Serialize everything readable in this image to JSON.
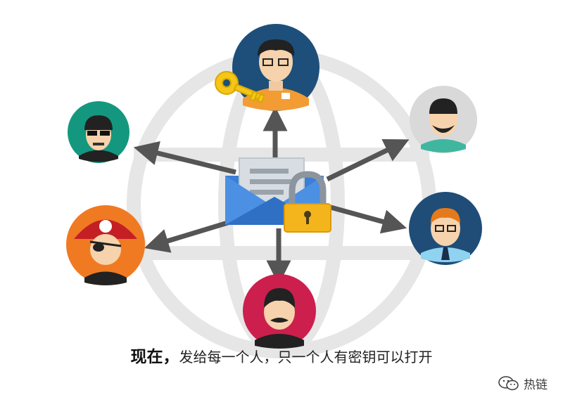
{
  "caption": {
    "bold_text": "现在，",
    "text": "发给每一个人，只一个人有密钥可以打开"
  },
  "watermark": {
    "text": "热链"
  },
  "colors": {
    "arrow": "#555555",
    "globe": "#e6e6e6",
    "circle_top": "#1d4f7a",
    "circle_upper_left": "#13987f",
    "circle_lower_left": "#f07a22",
    "circle_bottom": "#cc1f4d",
    "circle_upper_right": "#d9d9d9",
    "circle_lower_right": "#1f4d78",
    "envelope": "#3a7fd5",
    "letter": "#d7dde3",
    "lock": "#f3b51b",
    "key": "#f5c518"
  },
  "icons": [
    "globe-icon",
    "envelope-icon",
    "padlock-icon",
    "key-icon",
    "person-avatar-icon",
    "wechat-icon"
  ]
}
